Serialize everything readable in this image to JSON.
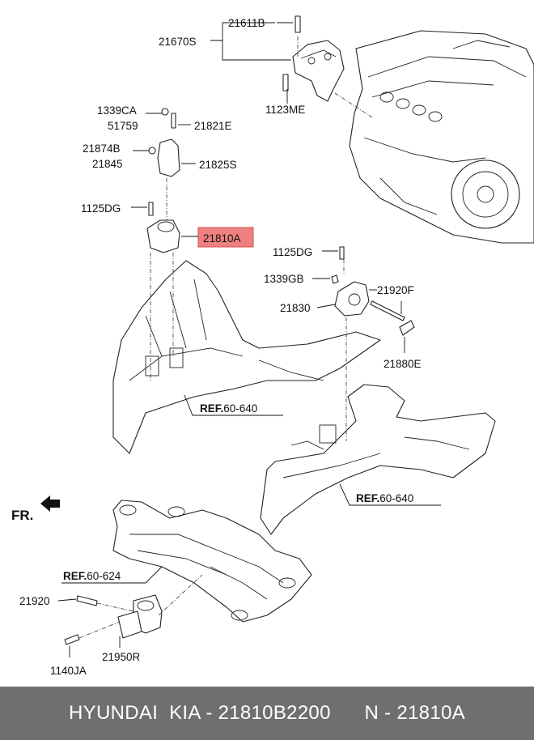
{
  "labels": {
    "p21611B": "21611B",
    "p21670S": "21670S",
    "p1123ME": "1123ME",
    "p1339CA": "1339CA",
    "p51759": "51759",
    "p21821E": "21821E",
    "p21874B": "21874B",
    "p21845": "21845",
    "p21825S": "21825S",
    "p1125DG_a": "1125DG",
    "p21810A": "21810A",
    "p1125DG_b": "1125DG",
    "p1339GB": "1339GB",
    "p21920F": "21920F",
    "p21830": "21830",
    "p21880E": "21880E",
    "ref1_b": "REF.",
    "ref1_n": "60-640",
    "ref2_b": "REF.",
    "ref2_n": "60-640",
    "ref3_b": "REF.",
    "ref3_n": "60-624",
    "fr": "FR.",
    "p21920": "21920",
    "p21950R": "21950R",
    "p1140JA": "1140JA"
  },
  "highlight_color": "#f08080",
  "footer": {
    "left": "HYUNDAI  KIA - 21810B2200",
    "right": "N - 21810A"
  }
}
